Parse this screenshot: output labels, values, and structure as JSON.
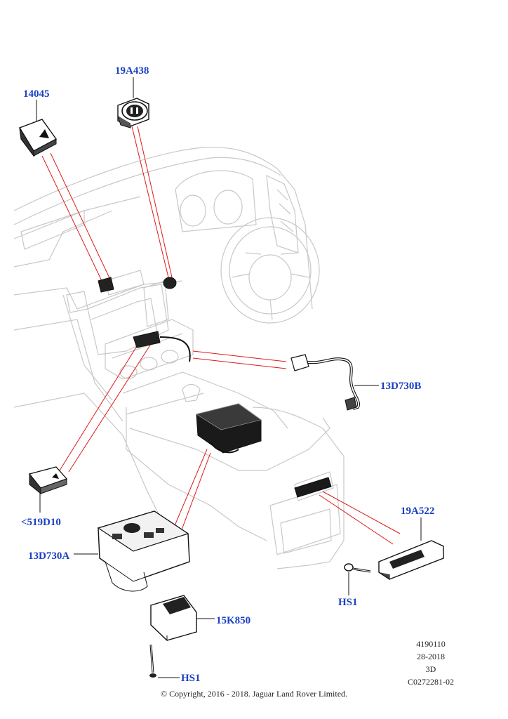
{
  "callouts": {
    "p14045": "14045",
    "p19a438": "19A438",
    "p13d730b": "13D730B",
    "p519d10": "<519D10",
    "p13d730a": "13D730A",
    "p19a522": "19A522",
    "hs1_right": "HS1",
    "p15k850": "15K850",
    "hs1_bottom": "HS1"
  },
  "meta": {
    "number": "4190110",
    "date": "28-2018",
    "view": "3D",
    "code": "C0272281-02"
  },
  "copyright": "© Copyright, 2016 - 2018. Jaguar Land Rover Limited.",
  "colors": {
    "callout": "#1a3fc4",
    "leader": "#e01818",
    "outline": "#c8c8c8",
    "part": "#111111"
  }
}
